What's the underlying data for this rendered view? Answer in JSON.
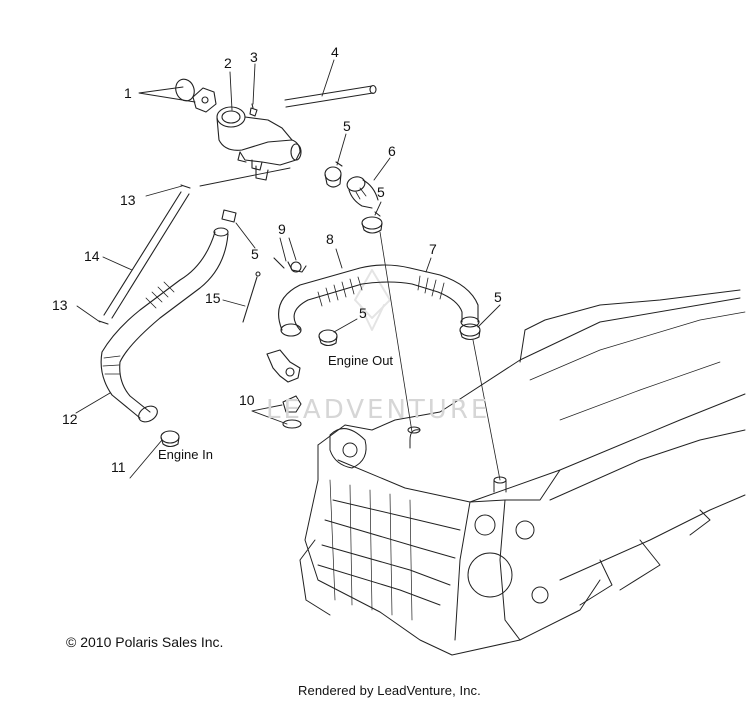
{
  "callouts": [
    "1",
    "2",
    "3",
    "4",
    "5",
    "6",
    "7",
    "8",
    "9",
    "10",
    "11",
    "12",
    "13",
    "14",
    "15"
  ],
  "callout_5_repeat": "5",
  "callout_13_repeat": "13",
  "notes": {
    "engine_out": "Engine Out",
    "engine_in": "Engine In"
  },
  "watermark": "LEADVENTURE",
  "footer": {
    "copyright": "© 2010 Polaris Sales Inc.",
    "rendered_by": "Rendered by LeadVenture, Inc."
  }
}
